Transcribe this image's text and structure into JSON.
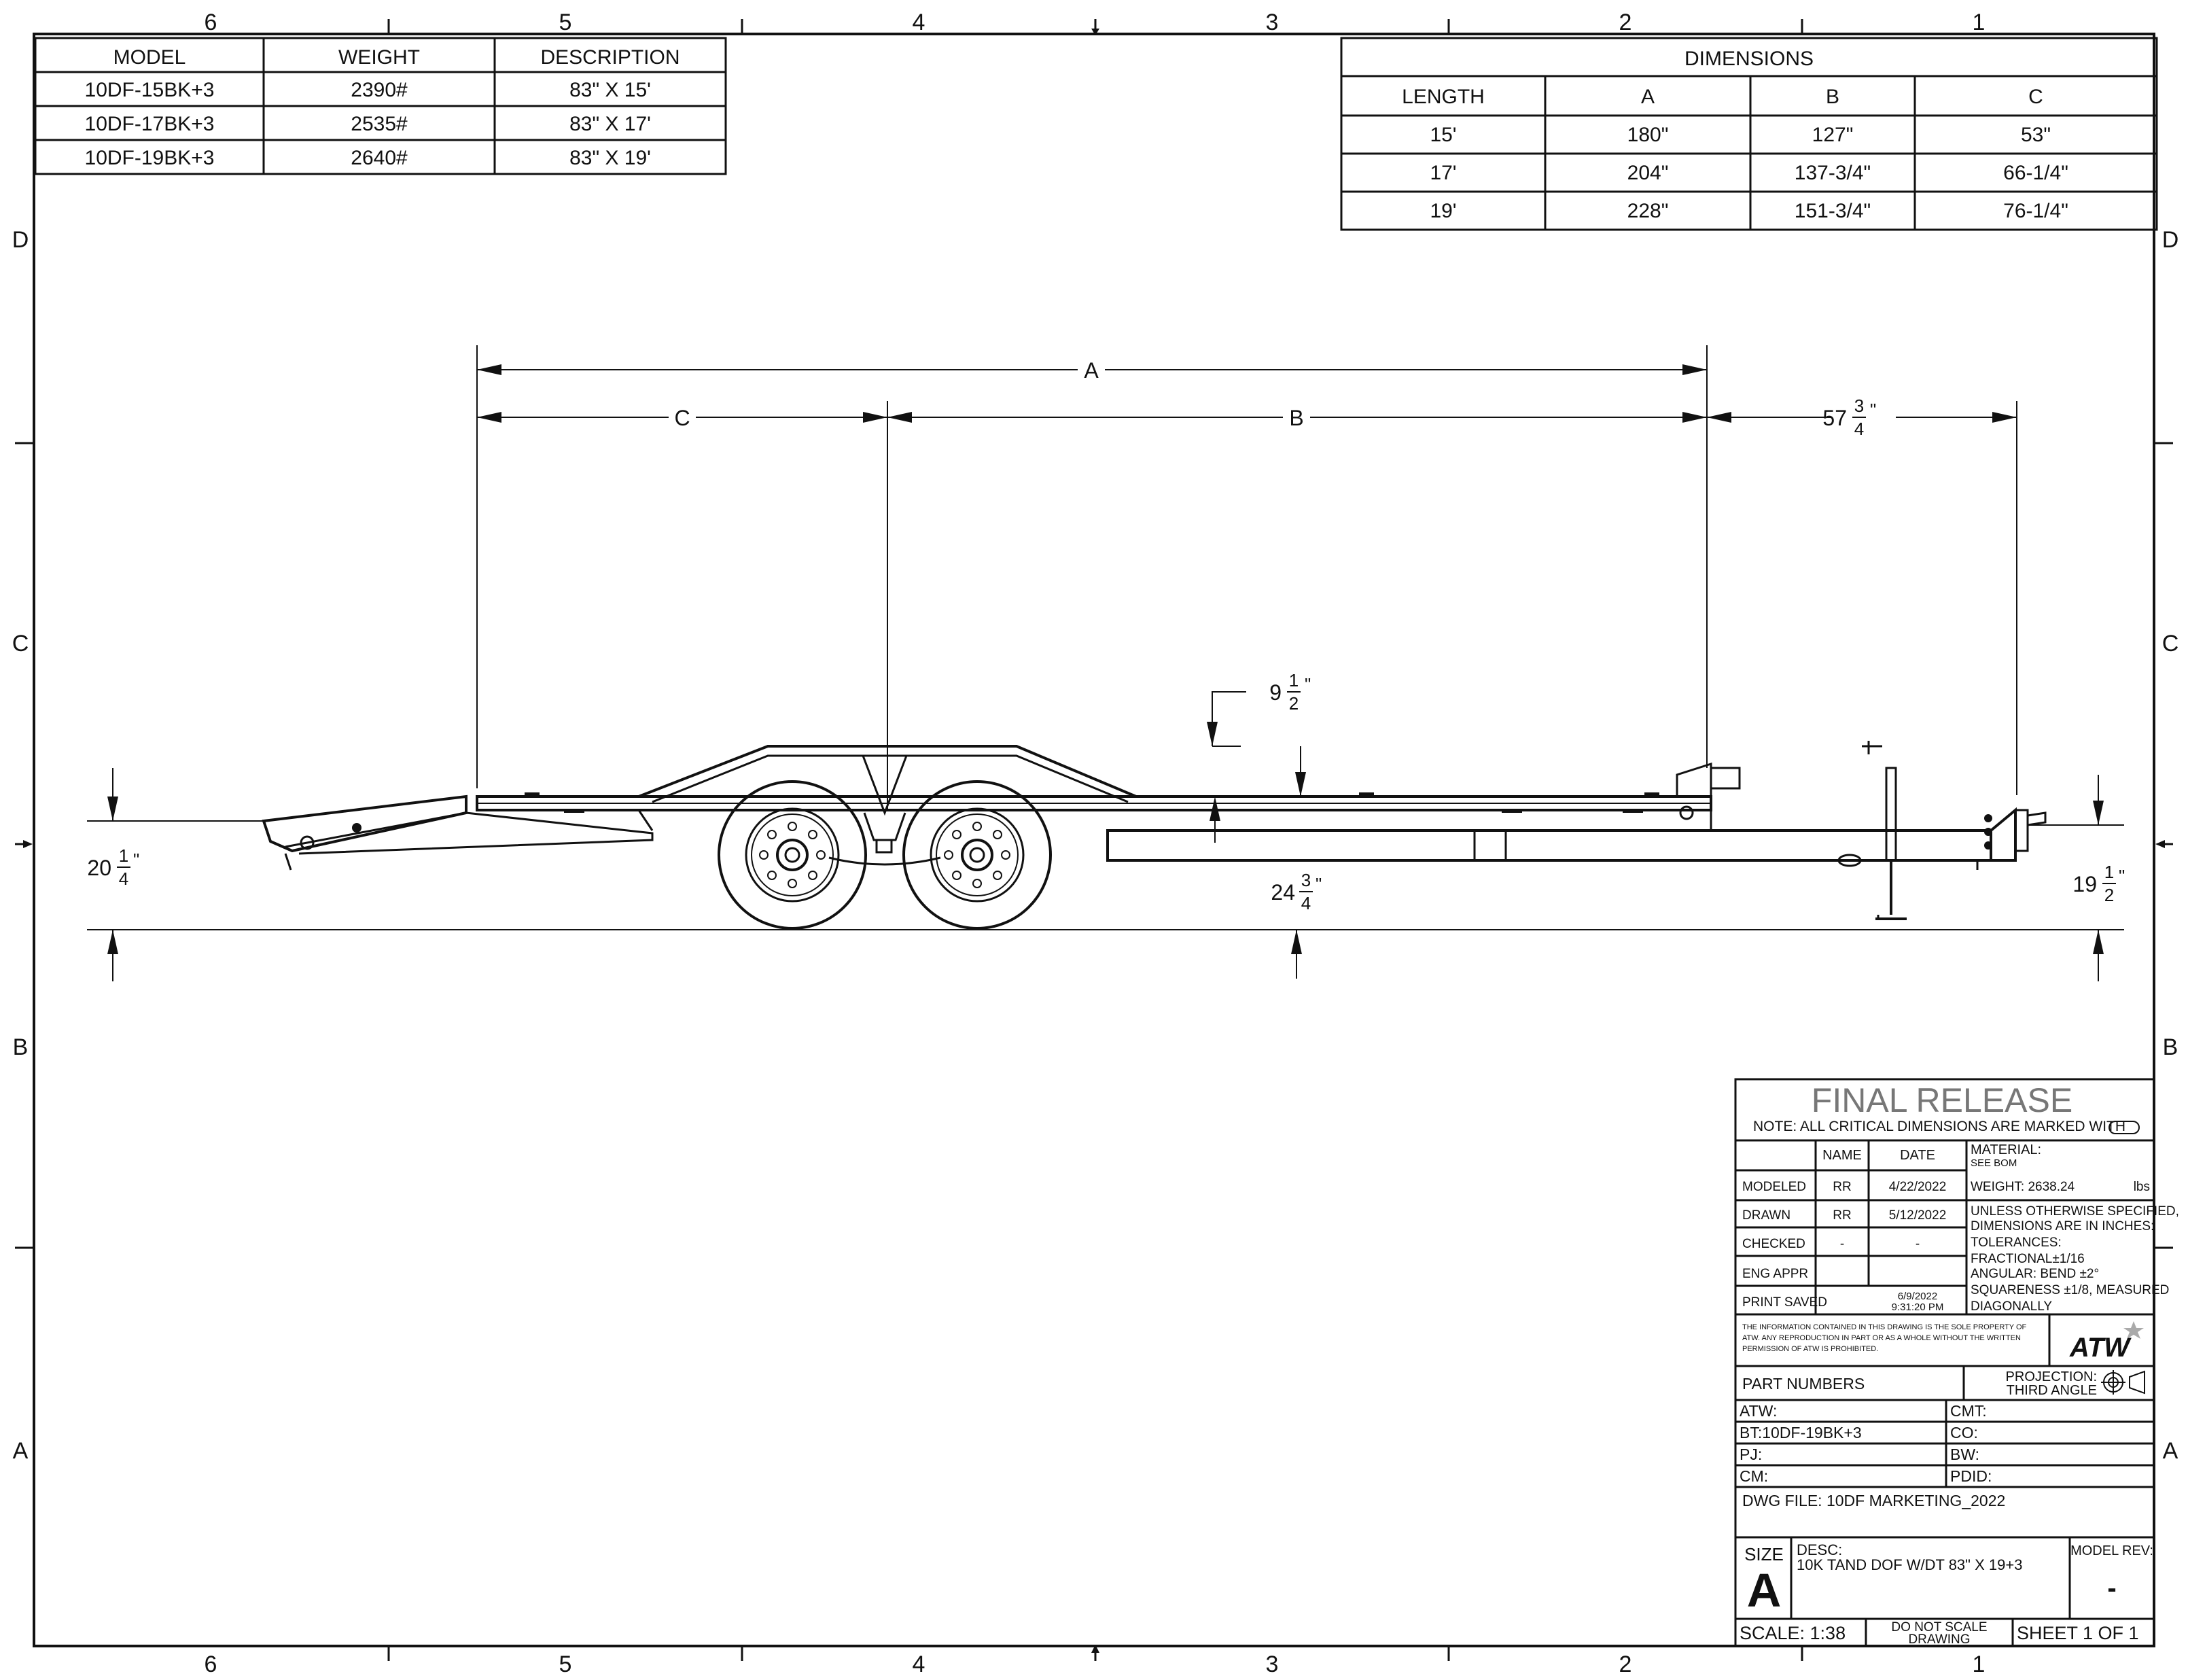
{
  "border": {
    "columns": [
      "6",
      "5",
      "4",
      "3",
      "2",
      "1"
    ],
    "rows": [
      "D",
      "C",
      "B",
      "A"
    ]
  },
  "model_table": {
    "headers": [
      "MODEL",
      "WEIGHT",
      "DESCRIPTION"
    ],
    "rows": [
      [
        "10DF-15BK+3",
        "2390#",
        "83\" X 15'"
      ],
      [
        "10DF-17BK+3",
        "2535#",
        "83\" X 17'"
      ],
      [
        "10DF-19BK+3",
        "2640#",
        "83\" X 19'"
      ]
    ]
  },
  "dimensions_table": {
    "title": "DIMENSIONS",
    "headers": [
      "LENGTH",
      "A",
      "B",
      "C"
    ],
    "rows": [
      [
        "15'",
        "180\"",
        "127\"",
        "53\""
      ],
      [
        "17'",
        "204\"",
        "137-3/4\"",
        "66-1/4\""
      ],
      [
        "19'",
        "228\"",
        "151-3/4\"",
        "76-1/4\""
      ]
    ]
  },
  "dims": {
    "a": "A",
    "b": "B",
    "c": "C",
    "tongue": {
      "whole": "57",
      "num": "3",
      "den": "4",
      "unit": "\""
    },
    "deck_rise": {
      "whole": "9",
      "num": "1",
      "den": "2",
      "unit": "\""
    },
    "front_height": {
      "whole": "20",
      "num": "1",
      "den": "4",
      "unit": "\""
    },
    "deck_height": {
      "whole": "24",
      "num": "3",
      "den": "4",
      "unit": "\""
    },
    "coupler_height": {
      "whole": "19",
      "num": "1",
      "den": "2",
      "unit": "\""
    }
  },
  "title_block": {
    "status": "FINAL RELEASE",
    "note": "NOTE: ALL CRITICAL DIMENSIONS ARE MARKED WITH",
    "col_name": "NAME",
    "col_date": "DATE",
    "material_label": "MATERIAL:",
    "material_value": "SEE BOM",
    "rows": [
      {
        "label": "MODELED",
        "name": "RR",
        "date": "4/22/2022"
      },
      {
        "label": "DRAWN",
        "name": "RR",
        "date": "5/12/2022"
      },
      {
        "label": "CHECKED",
        "name": "-",
        "date": "-"
      },
      {
        "label": "ENG APPR",
        "name": "",
        "date": ""
      }
    ],
    "print_saved_label": "PRINT SAVED",
    "print_saved_date": "6/9/2022",
    "print_saved_time": "9:31:20 PM",
    "weight": "WEIGHT: 2638.24",
    "weight_unit": "lbs",
    "spec_lines": [
      "UNLESS OTHERWISE SPECIFIED,",
      "DIMENSIONS ARE IN INCHES:",
      "TOLERANCES:",
      "FRACTIONAL±1/16",
      "ANGULAR: BEND ±2°",
      "SQUARENESS ±1/8, MEASURED",
      "DIAGONALLY"
    ],
    "proprietary_lines": [
      "THE INFORMATION CONTAINED IN THIS DRAWING IS THE SOLE PROPERTY OF",
      "ATW.  ANY REPRODUCTION IN PART OR AS A WHOLE WITHOUT THE WRITTEN",
      "PERMISSION OF ATW IS PROHIBITED."
    ],
    "logo": "ATW",
    "part_numbers": "PART NUMBERS",
    "projection_1": "PROJECTION:",
    "projection_2": "THIRD ANGLE",
    "atw": "ATW:",
    "cmt": "CMT:",
    "bt": "BT:10DF-19BK+3",
    "co": "CO:",
    "pj": "PJ:",
    "bw": "BW:",
    "cm": "CM:",
    "pdid": "PDID:",
    "dwg_file": "DWG FILE: 10DF MARKETING_2022",
    "size_label": "SIZE",
    "size_value": "A",
    "desc_label": "DESC:",
    "desc_value": "10K TAND DOF W/DT 83\" X 19+3",
    "model_rev_label": "MODEL REV:",
    "model_rev_value": "-",
    "scale": "SCALE: 1:38",
    "do_not_scale_1": "DO NOT SCALE",
    "do_not_scale_2": "DRAWING",
    "sheet": "SHEET 1 OF 1"
  }
}
